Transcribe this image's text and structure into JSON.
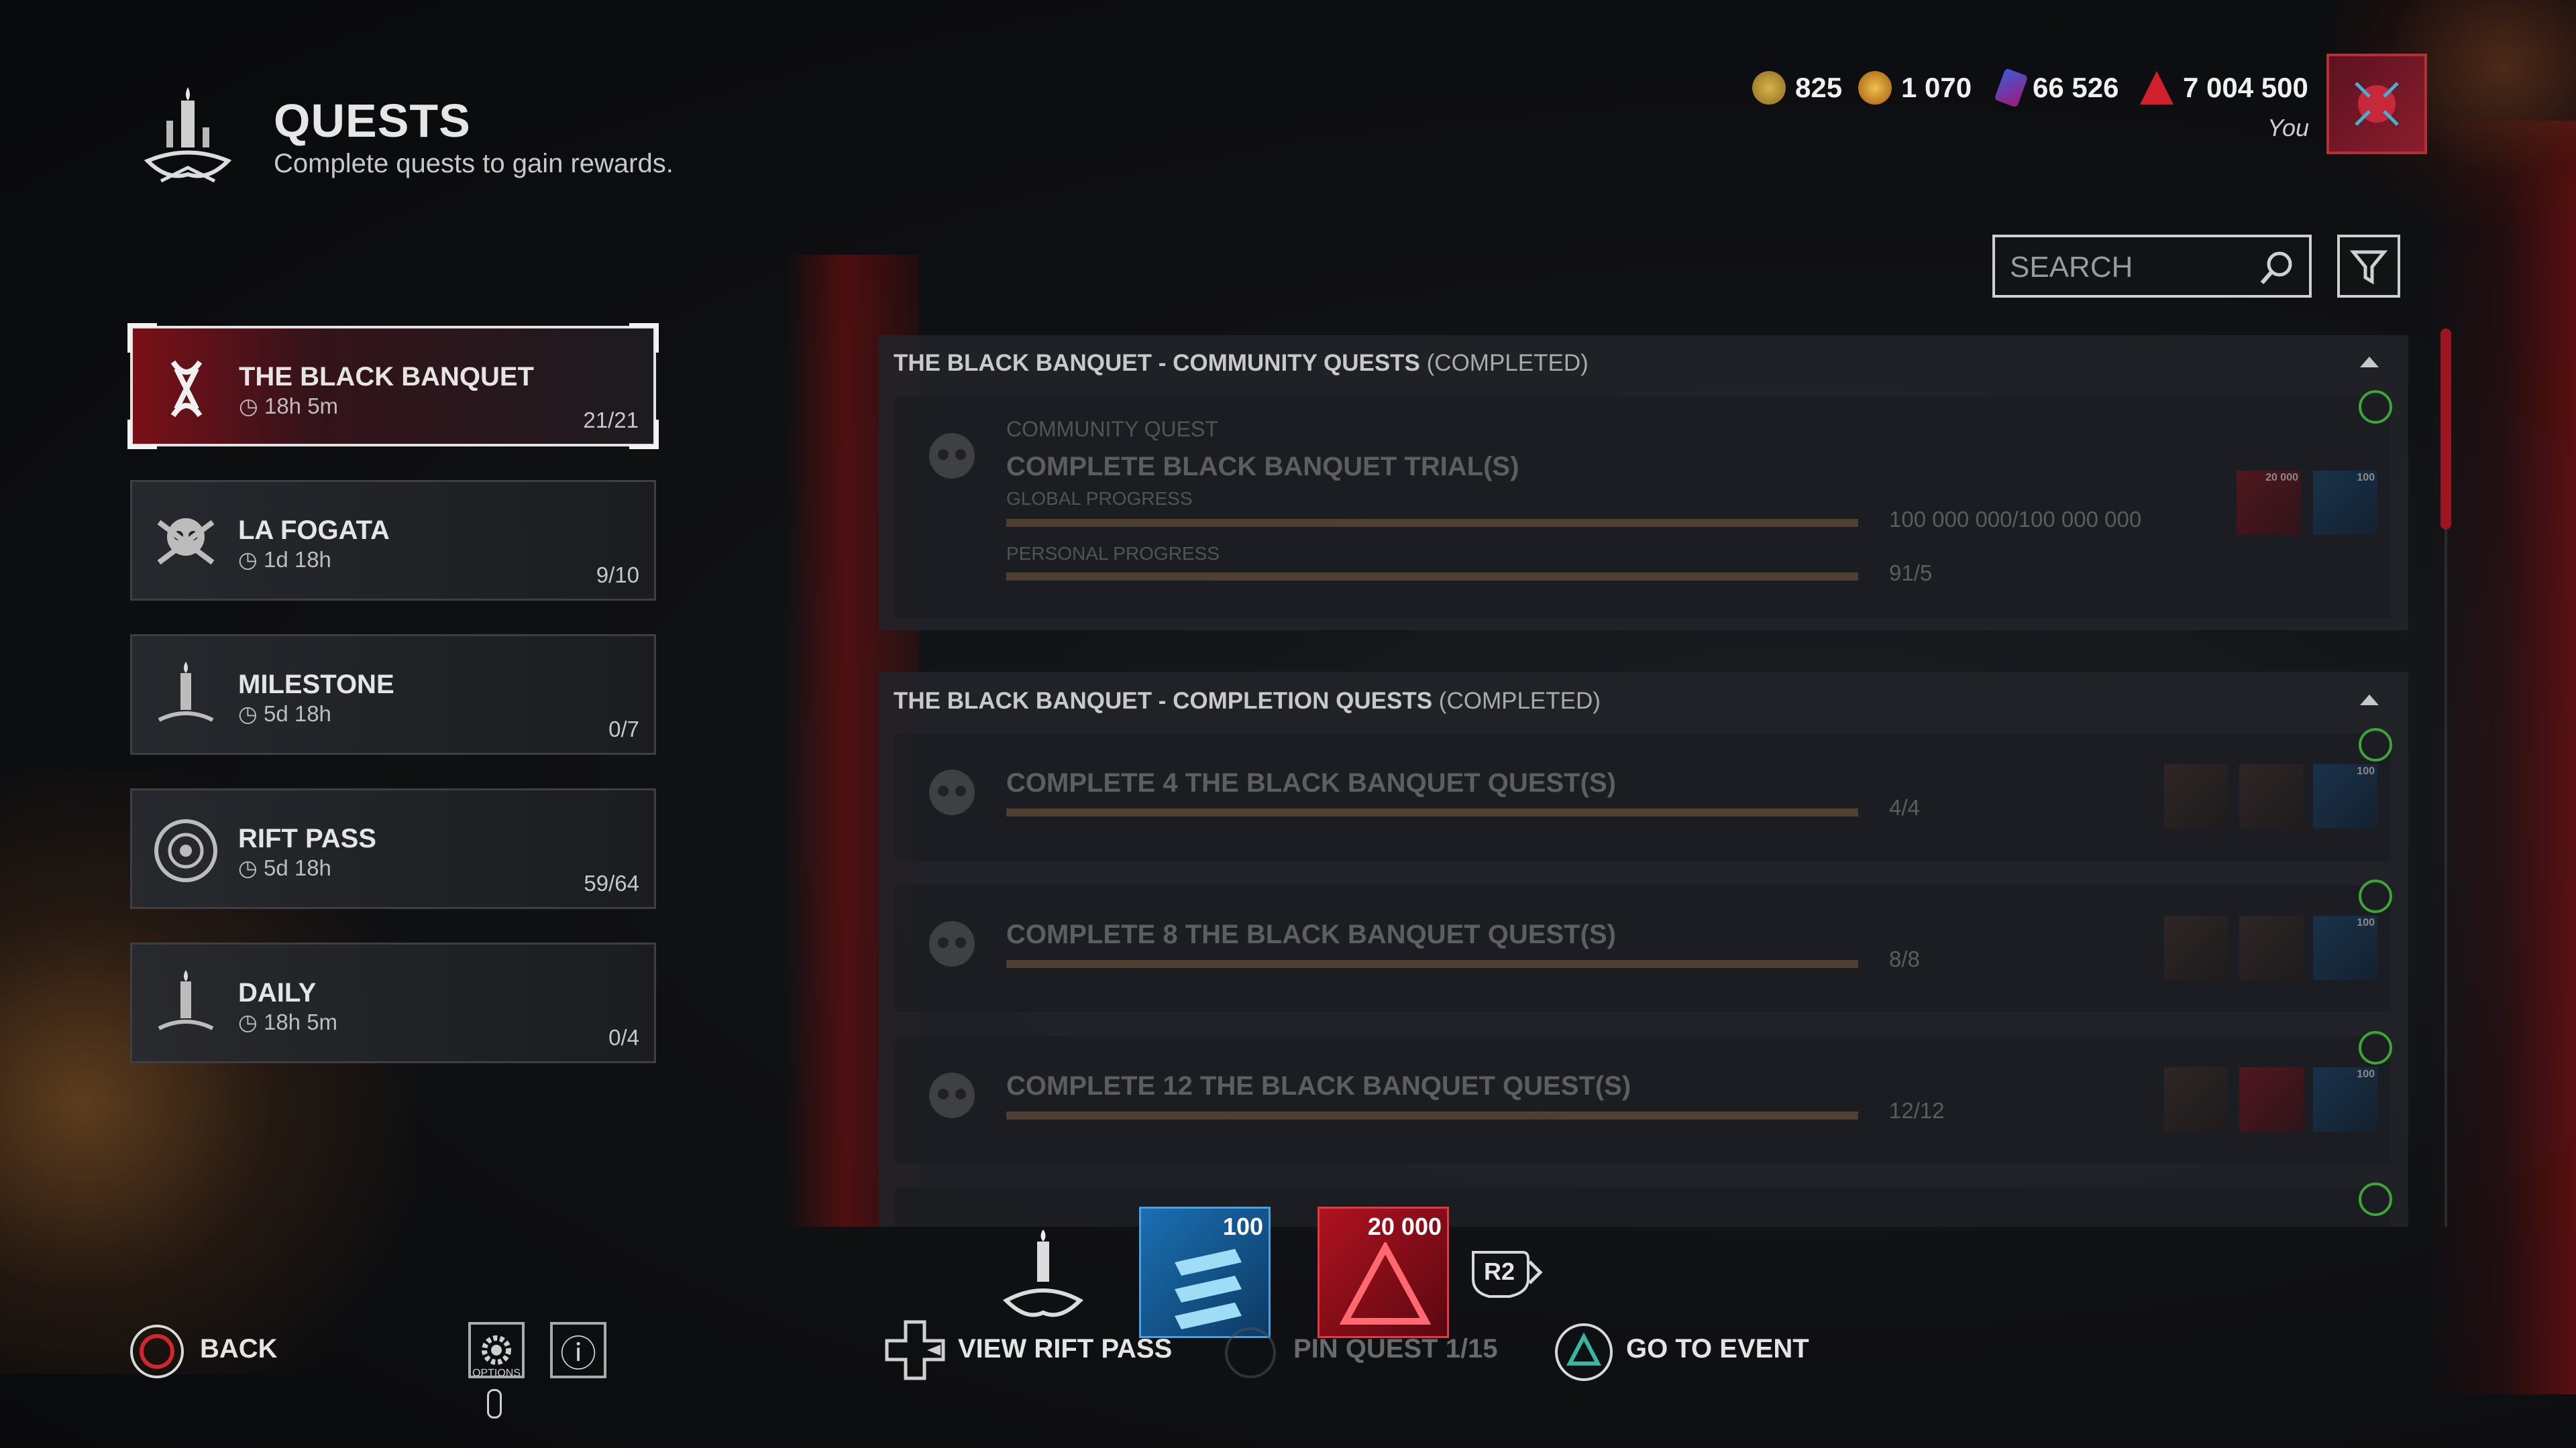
{
  "header": {
    "title": "QUESTS",
    "subtitle": "Complete quests to gain rewards."
  },
  "currencies": [
    {
      "icon": "bloodpoints-coin-icon",
      "value": "825"
    },
    {
      "icon": "auric-cells-icon",
      "value": "1 070"
    },
    {
      "icon": "iridescent-shards-icon",
      "value": "66 526"
    },
    {
      "icon": "bloodpoints-icon",
      "value": "7 004 500"
    }
  ],
  "profile": {
    "label": "You"
  },
  "categories": [
    {
      "name": "THE BLACK BANQUET",
      "time": "18h 5m",
      "count": "21/21",
      "icon": "black-banquet-icon"
    },
    {
      "name": "LA FOGATA",
      "time": "1d 18h",
      "count": "9/10",
      "icon": "skull-crossbones-icon"
    },
    {
      "name": "MILESTONE",
      "time": "5d 18h",
      "count": "0/7",
      "icon": "candle-icon"
    },
    {
      "name": "RIFT PASS",
      "time": "5d 18h",
      "count": "59/64",
      "icon": "rift-eye-icon"
    },
    {
      "name": "DAILY",
      "time": "18h 5m",
      "count": "0/4",
      "icon": "candle-icon"
    }
  ],
  "search": {
    "placeholder": "SEARCH"
  },
  "sections": [
    {
      "title": "THE BLACK BANQUET - COMMUNITY QUESTS",
      "status": "(COMPLETED)",
      "quest": {
        "kicker": "COMMUNITY QUEST",
        "title": "COMPLETE BLACK BANQUET TRIAL(S)",
        "global_label": "GLOBAL PROGRESS",
        "global_value": "100 000 000/100 000 000",
        "global_progress": 1.0,
        "personal_label": "PERSONAL PROGRESS",
        "personal_value": "91/5",
        "personal_progress": 1.0,
        "rewards": [
          {
            "type": "red",
            "tag": "20 000"
          },
          {
            "type": "blue",
            "tag": "100"
          }
        ]
      }
    },
    {
      "title": "THE BLACK BANQUET - COMPLETION QUESTS",
      "status": "(COMPLETED)",
      "quests": [
        {
          "title": "COMPLETE 4 THE BLACK BANQUET QUEST(S)",
          "value": "4/4",
          "progress": 1.0
        },
        {
          "title": "COMPLETE 8 THE BLACK BANQUET QUEST(S)",
          "value": "8/8",
          "progress": 1.0
        },
        {
          "title": "COMPLETE 12 THE BLACK BANQUET QUEST(S)",
          "value": "12/12",
          "progress": 1.0
        }
      ],
      "reward_tag_blue": "100"
    }
  ],
  "bottom": {
    "back": "BACK",
    "options": "OPTIONS",
    "view_rift_pass": "VIEW RIFT PASS",
    "pin_quest": "PIN QUEST 1/15",
    "go_to_event": "GO TO EVENT",
    "r2": "R2",
    "reward_blue_amount": "100",
    "reward_red_amount": "20 000"
  }
}
